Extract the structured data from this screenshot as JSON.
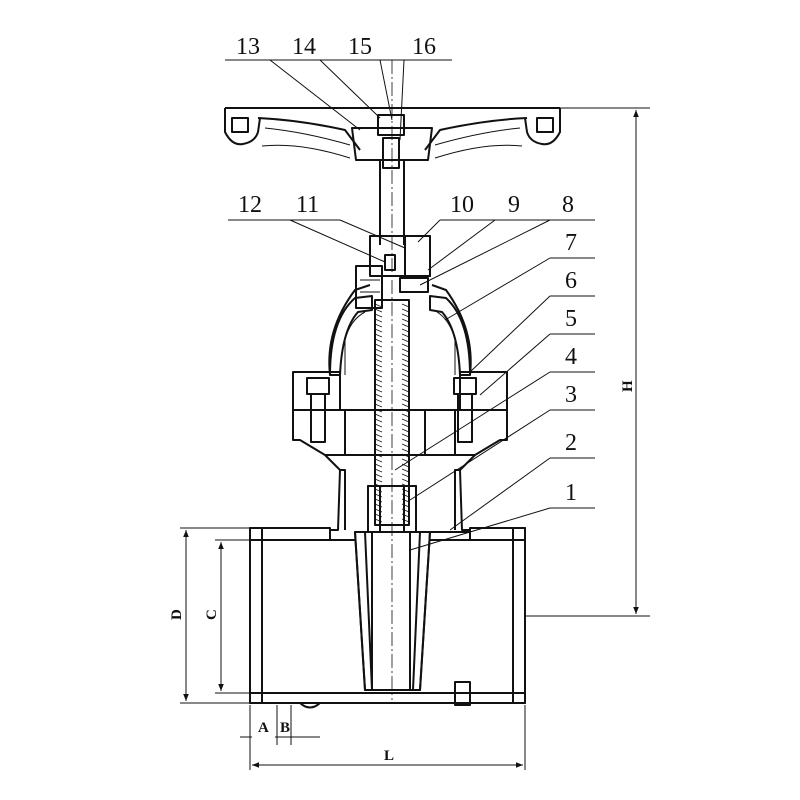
{
  "callouts": [
    {
      "label": "13"
    },
    {
      "label": "14"
    },
    {
      "label": "15"
    },
    {
      "label": "16"
    },
    {
      "label": "12"
    },
    {
      "label": "11"
    },
    {
      "label": "10"
    },
    {
      "label": "9"
    },
    {
      "label": "8"
    },
    {
      "label": "7"
    },
    {
      "label": "6"
    },
    {
      "label": "5"
    },
    {
      "label": "4"
    },
    {
      "label": "3"
    },
    {
      "label": "2"
    },
    {
      "label": "1"
    }
  ],
  "dimensions": {
    "H": "H",
    "D": "D",
    "C": "C",
    "A": "A",
    "B": "B",
    "L": "L"
  }
}
